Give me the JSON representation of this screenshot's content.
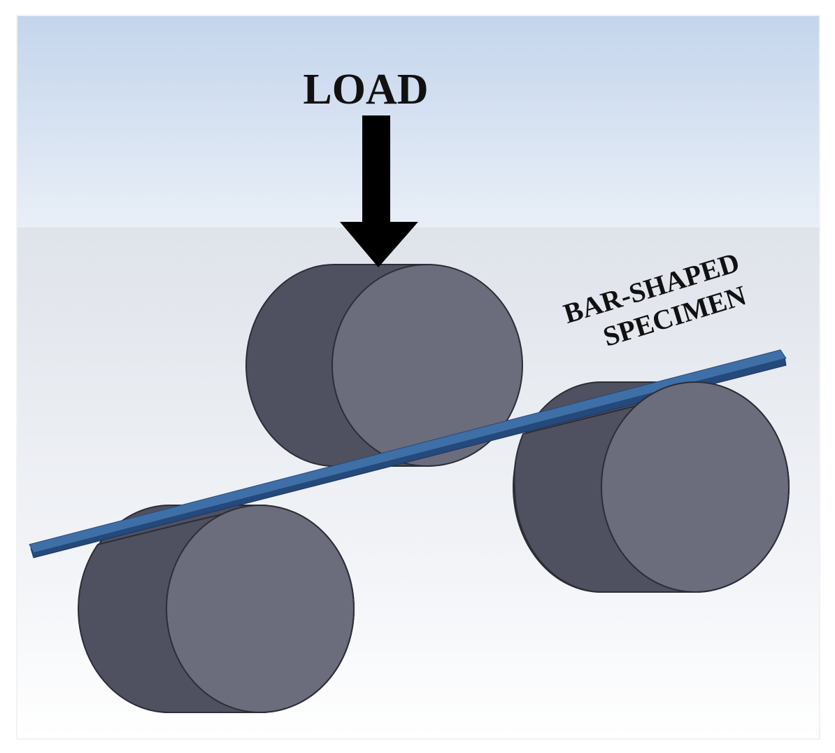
{
  "labels": {
    "load": "LOAD",
    "specimen_line1": "BAR-SHAPED",
    "specimen_line2": "SPECIMEN"
  },
  "colors": {
    "sky_top": "#c4d5ec",
    "sky_bottom": "#e9eff7",
    "floor_top": "#e1e4ea",
    "floor_bottom": "#ffffff",
    "roller_face": "#6b6c7c",
    "roller_side": "#4e505f",
    "roller_outline": "#2c2d36",
    "bar_top": "#3f6fa7",
    "bar_edge": "#24497a",
    "arrow": "#000000"
  },
  "icons": {
    "load_arrow": "arrow-down-icon"
  }
}
